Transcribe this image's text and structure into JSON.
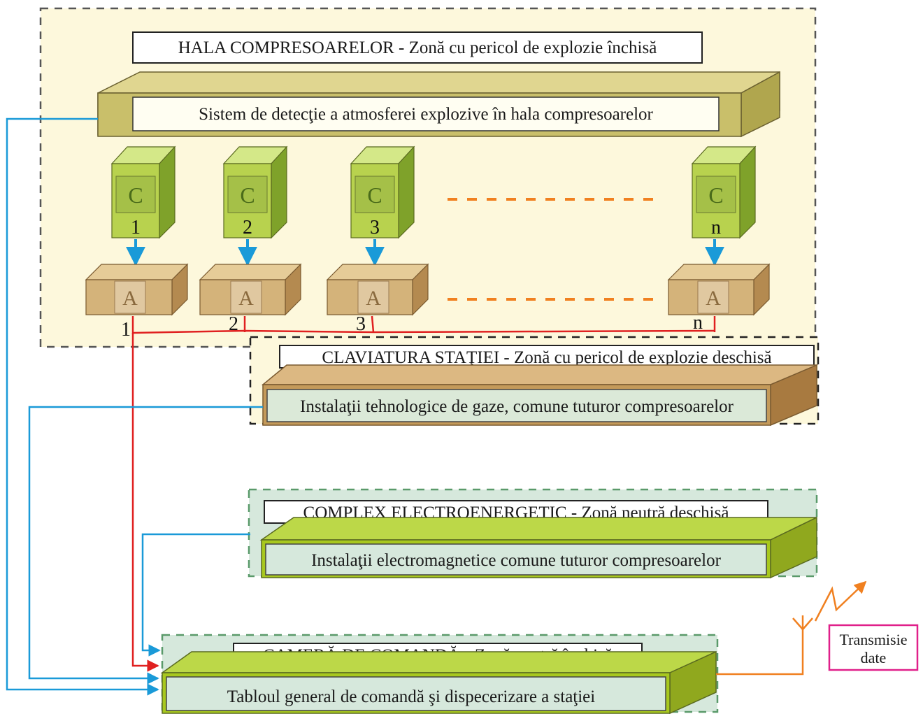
{
  "zones": {
    "hall": {
      "title": "HALA COMPRESOARELOR - Zonă cu pericol de explozie închisă"
    },
    "yard": {
      "title": "CLAVIATURA STAŢIEI - Zonă cu pericol de explozie deschisă"
    },
    "electro": {
      "title": "COMPLEX ELECTROENERGETIC - Zonă neutră deschisă"
    },
    "control": {
      "title": "CAMERĂ DE COMANDĂ - Zonă neutră închisă"
    }
  },
  "blocks": {
    "detection": "Sistem de detecţie a atmosferei explozive în hala compresoarelor",
    "gas_installations": "Instalaţii tehnologice de gaze, comune tuturor compresoarelor",
    "electro_installations": "Instalaţii electromagnetice comune tuturor compresoarelor",
    "dispatch_panel": "Tabloul general de comandă şi dispecerizare a staţiei"
  },
  "compressors": [
    {
      "letter": "C",
      "index": "1"
    },
    {
      "letter": "C",
      "index": "2"
    },
    {
      "letter": "C",
      "index": "3"
    },
    {
      "letter": "C",
      "index": "n"
    }
  ],
  "automation_units": [
    {
      "letter": "A",
      "index": "1"
    },
    {
      "letter": "A",
      "index": "2"
    },
    {
      "letter": "A",
      "index": "3"
    },
    {
      "letter": "A",
      "index": "n"
    }
  ],
  "transmission": {
    "line1": "Transmisie",
    "line2": "date"
  },
  "colors": {
    "hall_bg": "#fdf8dc",
    "neutral_bg": "#d6e8dc",
    "tan_block": "#c9bf6a",
    "compressor": "#b8d24e",
    "automation": "#d4b37a",
    "orange_block": "#c49a5a",
    "green_block": "#a8c81e",
    "blue_line": "#1a9ad8",
    "red_line": "#e02020",
    "orange_line": "#f08020",
    "magenta_box": "#e0208a"
  }
}
